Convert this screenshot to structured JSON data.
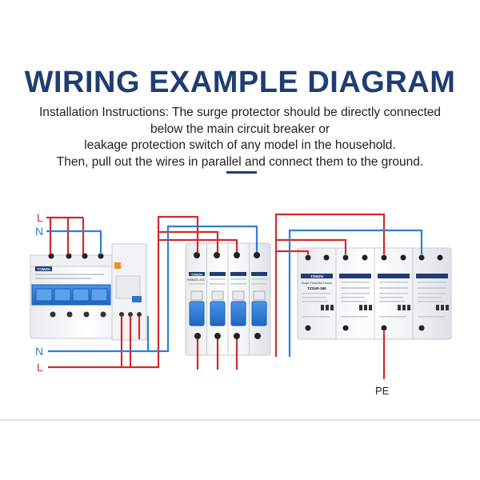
{
  "title": "WIRING EXAMPLE DIAGRAM",
  "instructions": [
    "Installation Instructions: The surge protector should be directly connected",
    "below the main circuit breaker or",
    "leakage protection switch of any model in the household.",
    "Then, pull out the wires in parallel and connect them to the ground."
  ],
  "wire_labels": {
    "top_live": "L",
    "top_neutral": "N",
    "bottom_neutral": "N",
    "bottom_live": "L",
    "ground": "PE"
  },
  "colors": {
    "title": "#1f3d73",
    "live_wire": "#d42a2a",
    "neutral_wire": "#2e7fd6",
    "ground_wire": "#d42a2a",
    "breaker_blue": "#2a7ad8",
    "rcbo_handle": "#2a74d4",
    "brand_blue": "#1f3d73"
  },
  "devices": {
    "rcbo_brand": "TOMZN",
    "mcb_brand": "TOMZN",
    "mcb_model": "RMMCB-40/2",
    "spd_brand": "TOMZN",
    "spd_type": "Surge Protective Device",
    "spd_model": "TZG40-160"
  }
}
